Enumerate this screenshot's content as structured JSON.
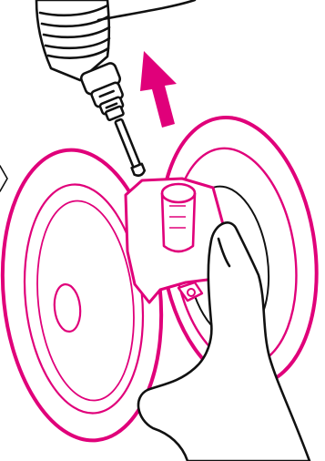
{
  "illustration": {
    "colors": {
      "background": "#ffffff",
      "outline": "#111111",
      "highlight": "#e0007a"
    },
    "parts": [
      "power-cable",
      "plug-connector",
      "removal-arrow",
      "left-wheel",
      "right-wheel",
      "axle-socket",
      "hand"
    ]
  }
}
